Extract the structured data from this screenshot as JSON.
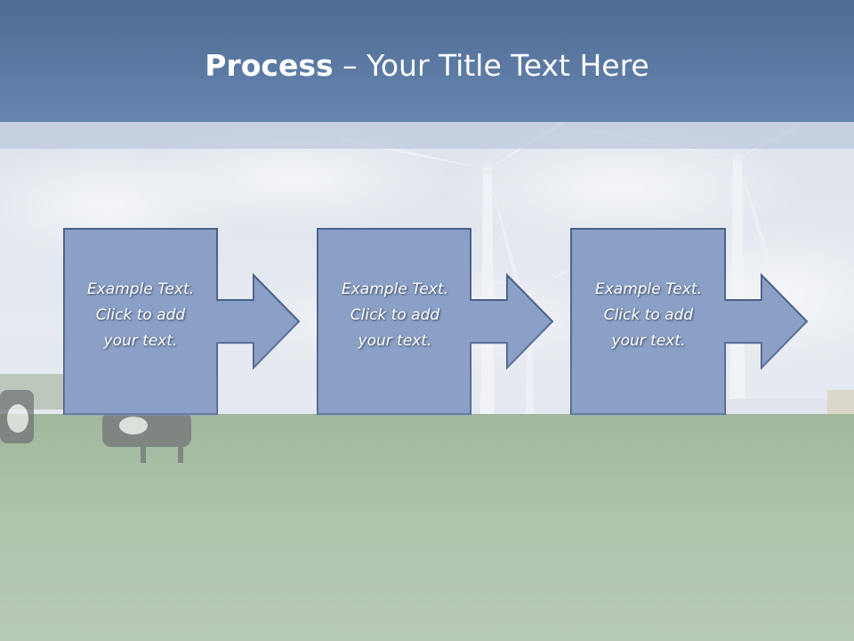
{
  "slide": {
    "title_bold": "Process",
    "title_rest": " – Your Title Text Here"
  },
  "steps": [
    {
      "line1": "Example Text.",
      "line2": "Click  to add",
      "line3": "your text."
    },
    {
      "line1": "Example Text.",
      "line2": "Click  to add",
      "line3": "your text."
    },
    {
      "line1": "Example Text.",
      "line2": "Click  to add",
      "line3": "your text."
    }
  ],
  "colors": {
    "header": "#5a78a3",
    "box_fill": "#8aa0c6",
    "box_stroke": "#4a6089",
    "text": "#ffffff"
  },
  "icons": [
    "arrow-right-icon",
    "wind-turbine-icon",
    "cow-icon"
  ]
}
